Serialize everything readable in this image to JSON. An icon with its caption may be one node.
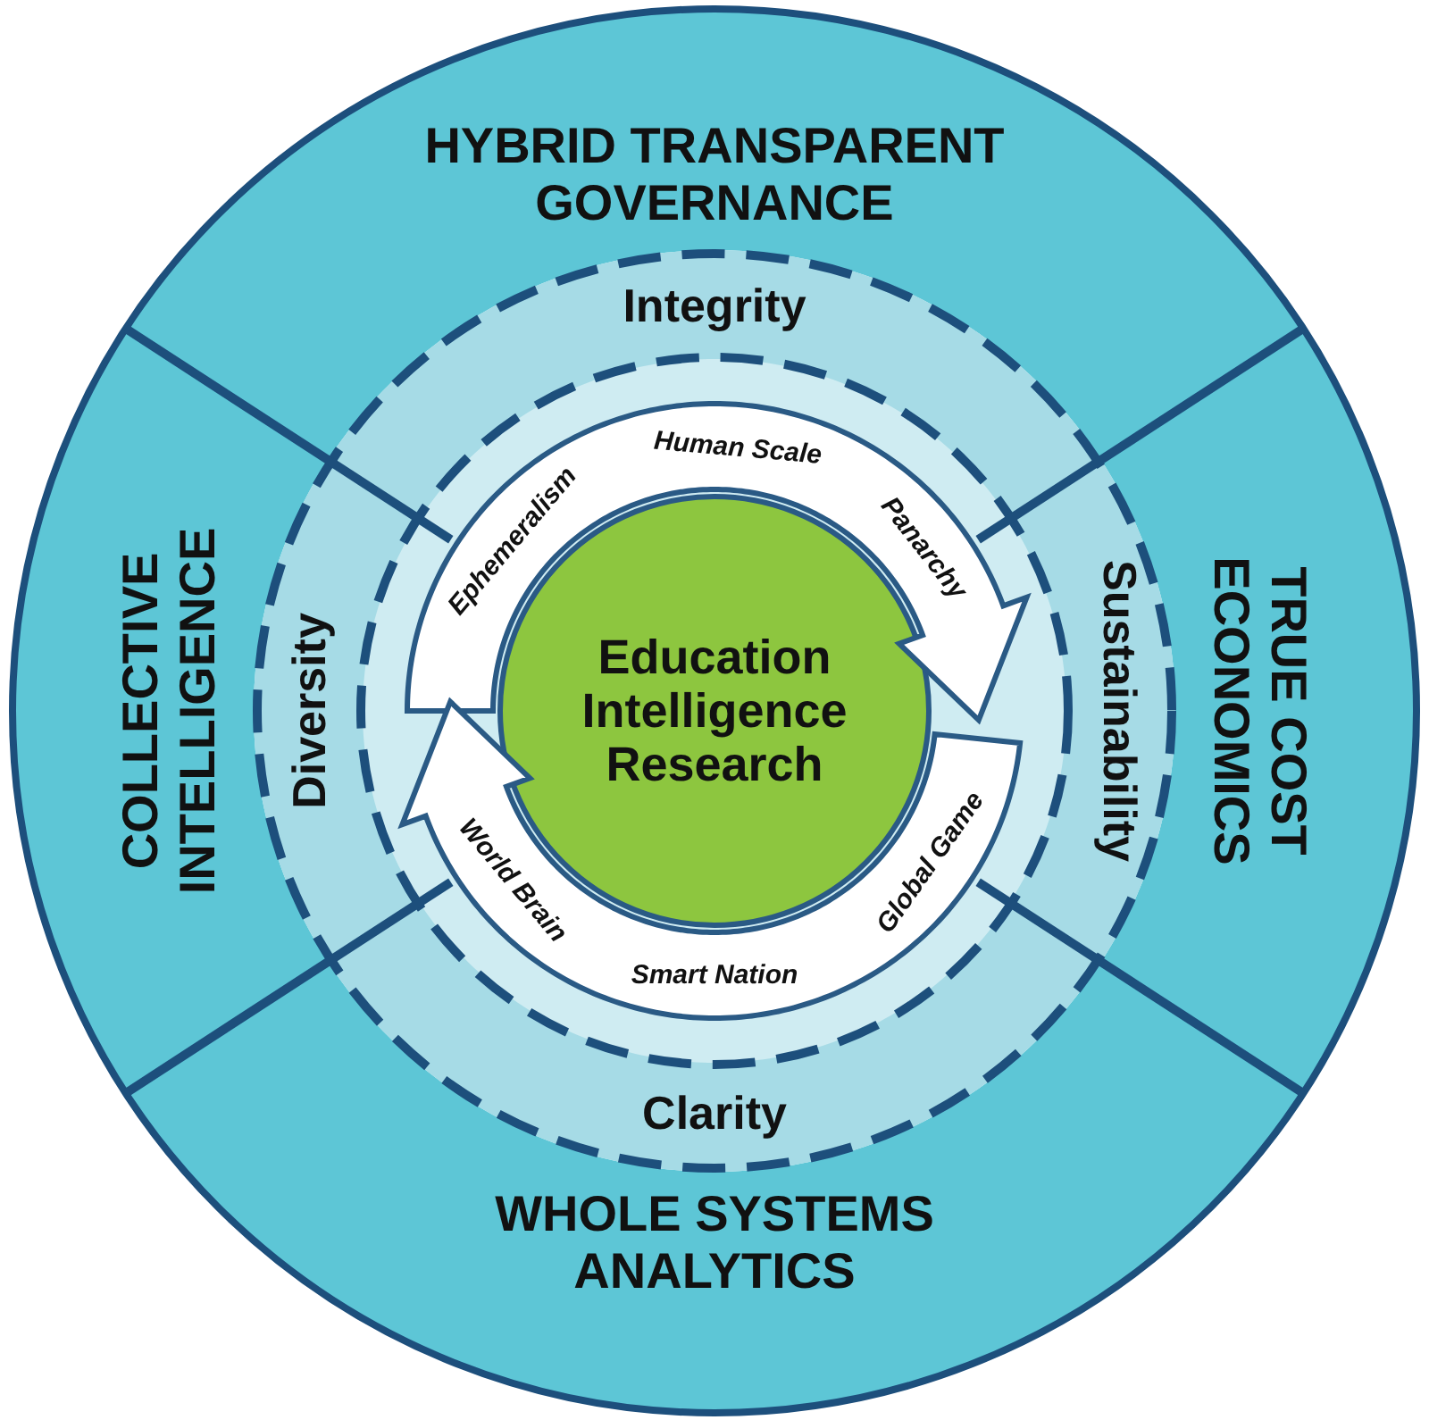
{
  "diagram": {
    "nodes": [
      {
        "text": [
          "HYBRID TRANSPARENT GOVERNANCE"
        ]
      },
      {
        "text": [
          "COLLECTIVE INTELLIGENCE"
        ]
      },
      {
        "text": [
          "TRUE COST ECONOMICS"
        ]
      },
      {
        "text": [
          "WHOLE SYSTEMS ANALYTICS"
        ]
      },
      {
        "text": [
          "Integrity"
        ]
      },
      {
        "text": [
          "Diversity"
        ]
      },
      {
        "text": [
          "Sustainability"
        ]
      },
      {
        "text": [
          "Clarity"
        ]
      },
      {
        "text": [
          "Ephemeralism",
          "Human Scale",
          "Panarchy"
        ]
      },
      {
        "text": [
          "Education Intelligence Research"
        ]
      },
      {
        "text": [
          "Global Game",
          "Smart Nation",
          "World Brain"
        ]
      }
    ]
  }
}
